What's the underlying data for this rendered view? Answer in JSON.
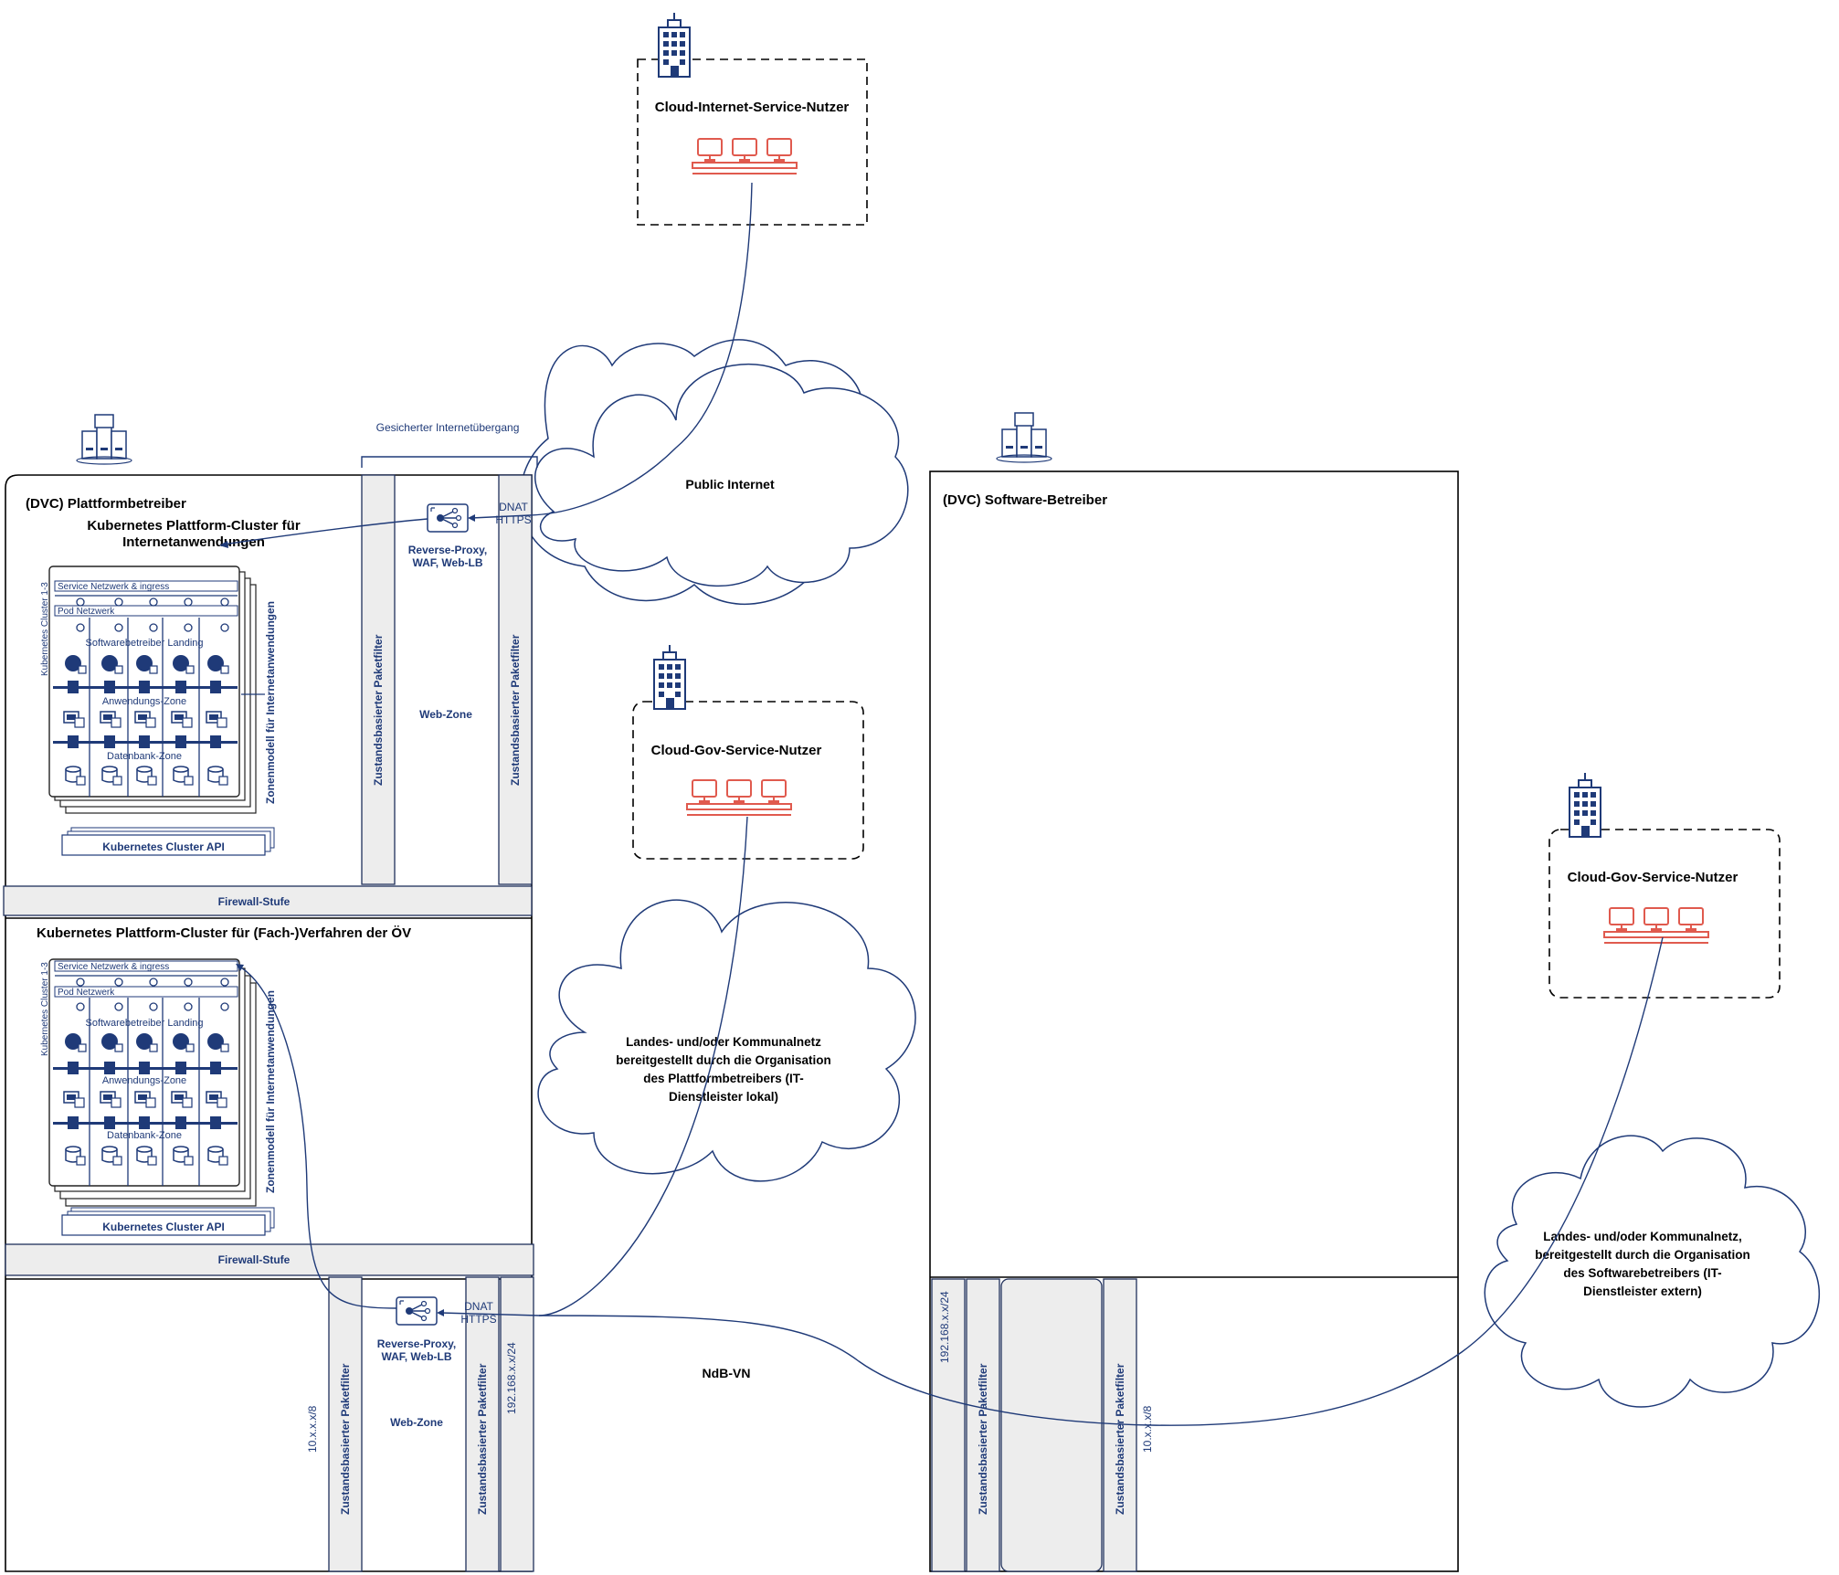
{
  "top_user": {
    "title": "Cloud-Internet-Service-Nutzer"
  },
  "public_internet": "Public Internet",
  "gesicherter_uebergang": "Gesicherter Internetübergang",
  "platform": {
    "title": "(DVC) Plattformbetreiber",
    "cluster1_title": "Kubernetes Plattform-Cluster für Internetanwendungen",
    "cluster2_title": "Kubernetes Plattform-Cluster für (Fach-)Verfahren der ÖV",
    "firewall": "Firewall-Stufe",
    "cluster_api": "Kubernetes Cluster API",
    "cluster_label": "Kubernetes Cluster 1-3",
    "zone_model": "Zonenmodell für Internetanwendungen",
    "service_net": "Service Netzwerk & ingress",
    "pod_net": "Pod Netzwerk",
    "landing": "Softwarebetreiber Landing",
    "app_zone": "Anwendungs-Zone",
    "db_zone": "Datenbank-Zone"
  },
  "webzone": {
    "paketfilter": "Zustandsbasierter Paketfilter",
    "web_zone": "Web-Zone",
    "proxy_line1": "Reverse-Proxy,",
    "proxy_line2": "WAF, Web-LB",
    "dnat": "DNAT",
    "https": "HTTPS",
    "net_192": "192.168.x.x/24",
    "net_10": "10.x.x.x/8"
  },
  "gov_user_mid": {
    "title": "Cloud-Gov-Service-Nutzer"
  },
  "gov_user_right": {
    "title": "Cloud-Gov-Service-Nutzer"
  },
  "netz_lokal": {
    "line1": "Landes- und/oder Kommunalnetz",
    "line2": "bereitgestellt durch die Organisation",
    "line3": "des Plattformbetreibers (IT-",
    "line4": "Dienstleister lokal)"
  },
  "netz_extern": {
    "line1": "Landes- und/oder Kommunalnetz,",
    "line2": "bereitgestellt durch die Organisation",
    "line3": "des Softwarebetreibers (IT-",
    "line4": "Dienstleister extern)"
  },
  "ndb_vn": "NdB-VN",
  "software": {
    "title": "(DVC) Software-Betreiber"
  }
}
